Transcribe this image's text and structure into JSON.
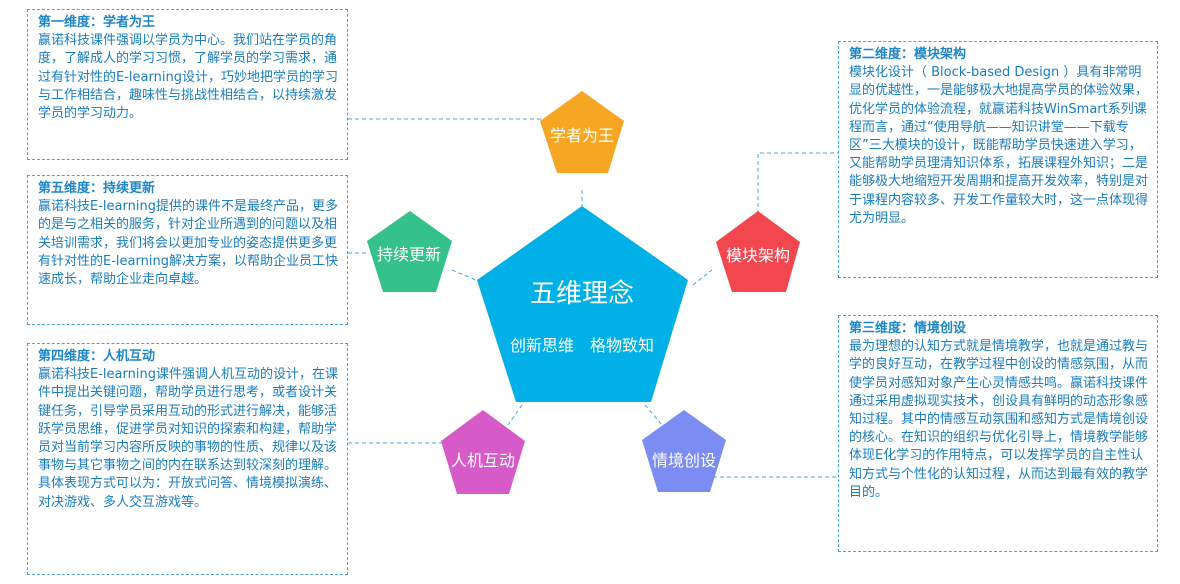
{
  "center": {
    "title": "五维理念",
    "subtitle": "创新思维　格物致知",
    "color": "#00b0e6"
  },
  "nodes": {
    "d1": {
      "label": "学者为王",
      "color": "#f6a623"
    },
    "d2": {
      "label": "模块架构",
      "color": "#f2474f"
    },
    "d3": {
      "label": "情境创设",
      "color": "#7b8cf2"
    },
    "d4": {
      "label": "人机互动",
      "color": "#d65bc9"
    },
    "d5": {
      "label": "持续更新",
      "color": "#35c18a"
    }
  },
  "boxes": {
    "d1": {
      "title": "第一维度：学者为王",
      "text": "赢诺科技课件强调以学员为中心。我们站在学员的角度，了解成人的学习习惯，了解学员的学习需求，通过有针对性的E-learning设计，巧妙地把学员的学习与工作相结合，趣味性与挑战性相结合，以持续激发学员的学习动力。"
    },
    "d2": {
      "title": "第二维度：模块架构",
      "text": "模块化设计（ Block-based Design ）具有非常明显的优越性，一是能够极大地提高学员的体验效果，优化学员的体验流程，就赢诺科技WinSmart系列课程而言，通过“使用导航——知识讲堂——下载专区”三大模块的设计，既能帮助学员快速进入学习，又能帮助学员理清知识体系，拓展课程外知识；二是能够极大地缩短开发周期和提高开发效率，特别是对于课程内容较多、开发工作量较大时，这一点体现得尤为明显。"
    },
    "d3": {
      "title": "第三维度：情境创设",
      "text": "最为理想的认知方式就是情境教学，也就是通过教与学的良好互动，在教学过程中创设的情感氛围，从而使学员对感知对象产生心灵情感共鸣。赢诺科技课件通过采用虚拟现实技术，创设具有鲜明的动态形象感知过程。其中的情感互动氛围和感知方式是情境创设的核心。在知识的组织与优化引导上，情境教学能够体现E化学习的作用特点，可以发挥学员的自主性认知方式与个性化的认知过程，从而达到最有效的教学目的。"
    },
    "d4": {
      "title": "第四维度：人机互动",
      "text": "赢诺科技E-learning课件强调人机互动的设计，在课件中提出关键问题，帮助学员进行思考，或者设计关键任务，引导学员采用互动的形式进行解决，能够活跃学员思维，促进学员对知识的探索和构建，帮助学员对当前学习内容所反映的事物的性质、规律以及该事物与其它事物之间的内在联系达到较深刻的理解。具体表现方式可以为：开放式问答、情境模拟演练、对决游戏、多人交互游戏等。"
    },
    "d5": {
      "title": "第五维度：持续更新",
      "text": "赢诺科技E-learning提供的课件不是最终产品，更多的是与之相关的服务，针对企业所遇到的问题以及相关培训需求，我们将会以更加专业的姿态提供更多更有针对性的E-learning解决方案，以帮助企业员工快速成长，帮助企业走向卓越。"
    }
  },
  "line_color": "#4aa3d8"
}
